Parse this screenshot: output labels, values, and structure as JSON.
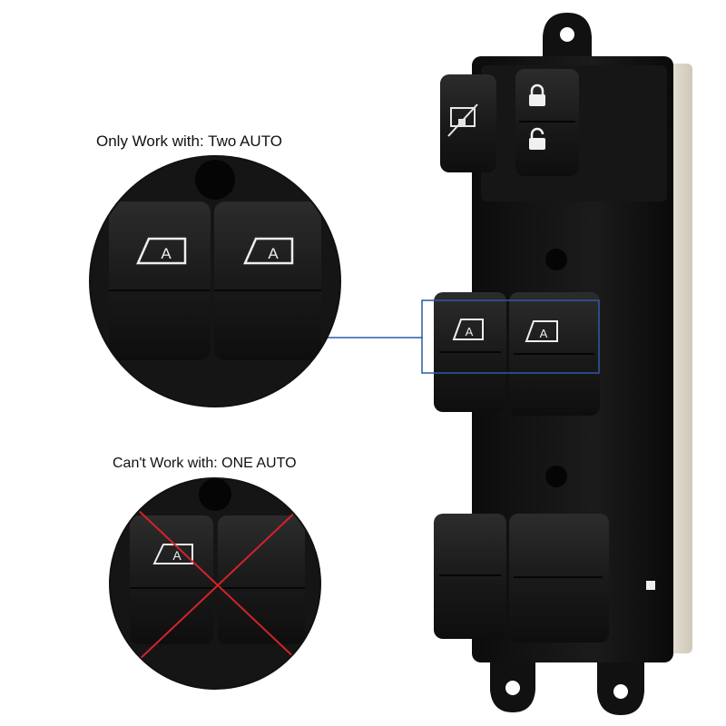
{
  "captions": {
    "works_with": "Only Work with: Two AUTO",
    "not_works_with": "Can't Work with: ONE AUTO"
  },
  "button_glyph": "A",
  "colors": {
    "callout_line": "#2e5aa8",
    "cross": "#d2232a",
    "switch_body": "#141414",
    "button": "#1c1c1c"
  },
  "icons": [
    "window-lock-icon",
    "door-lock-icon",
    "door-unlock-icon",
    "auto-window-icon"
  ]
}
